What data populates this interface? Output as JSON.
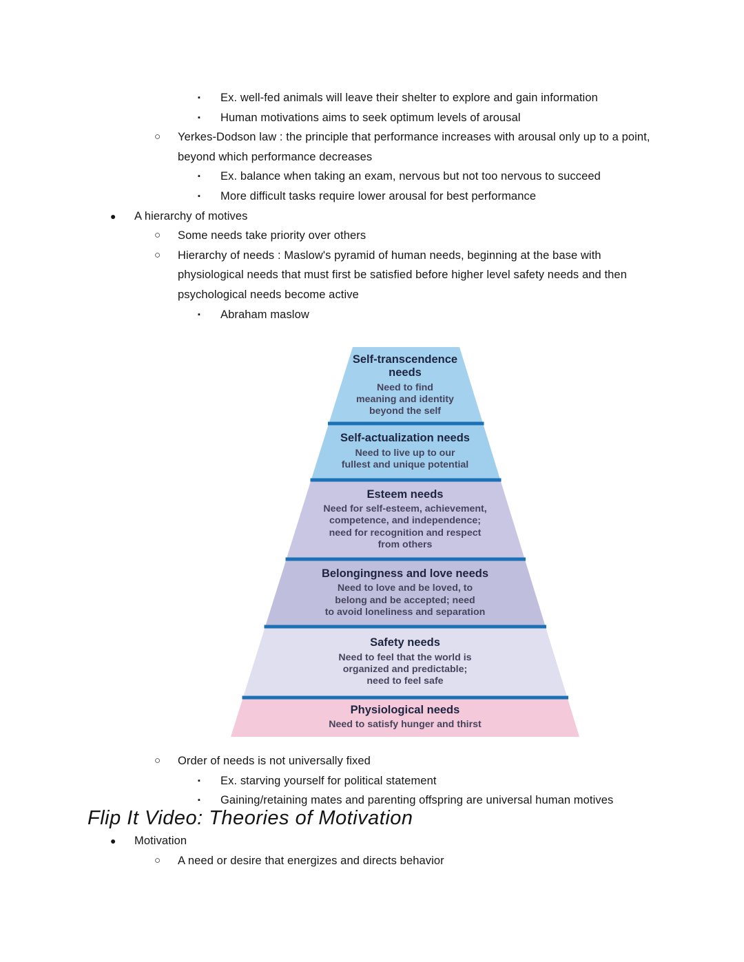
{
  "markers": {
    "disc": "●",
    "circle": "○",
    "square": "▪"
  },
  "notes_top": [
    {
      "text": "Ex. well-fed animals will leave their shelter to explore and gain information"
    },
    {
      "text": "Human motivations aims to seek optimum levels of arousal"
    },
    {
      "text": "Yerkes-Dodson law : the principle that performance increases with arousal only up to a point, beyond which performance decreases"
    },
    {
      "text": "Ex. balance when taking an exam, nervous but not too nervous to succeed"
    },
    {
      "text": "More difficult tasks require lower arousal for best performance"
    },
    {
      "text": "A hierarchy of motives"
    },
    {
      "text": "Some needs take priority over others"
    },
    {
      "text": "Hierarchy of needs : Maslow's pyramid of human needs, beginning at the base with physiological needs that must first be satisfied before higher level safety needs and then psychological needs become active"
    },
    {
      "text": "Abraham maslow"
    }
  ],
  "notes_bottom": [
    {
      "text": "Order of needs is not universally fixed"
    },
    {
      "text": "Ex. starving yourself for political statement"
    },
    {
      "text": "Gaining/retaining mates and parenting offspring are universal human motives"
    }
  ],
  "section_heading": "Flip It Video: Theories of Motivation",
  "notes_after": [
    {
      "text": "Motivation"
    },
    {
      "text": "A need or desire that energizes and directs behavior"
    }
  ],
  "pyramid": {
    "divider_color": "#1b70b6",
    "title_color": "#1d2440",
    "body_color": "#46445c",
    "levels": [
      {
        "title": "Self-transcendence\nneeds",
        "body": "Need to find\nmeaning and identity\nbeyond the self",
        "fill": "#a3d1ee"
      },
      {
        "title": "Self-actualization needs",
        "body": "Need to live up to our\nfullest and unique potential",
        "fill": "#9fcfed"
      },
      {
        "title": "Esteem needs",
        "body": "Need for self-esteem, achievement,\ncompetence, and independence;\nneed for recognition and respect\nfrom others",
        "fill": "#c8c6e3"
      },
      {
        "title": "Belongingness and love needs",
        "body": "Need to love and be loved, to\nbelong and be accepted; need\nto avoid loneliness and separation",
        "fill": "#c0bedd"
      },
      {
        "title": "Safety needs",
        "body": "Need to feel that the world is\norganized and predictable;\nneed to feel safe",
        "fill": "#e0dfef"
      },
      {
        "title": "Physiological needs",
        "body": "Need to satisfy hunger and thirst",
        "fill": "#f4c9da"
      }
    ]
  }
}
